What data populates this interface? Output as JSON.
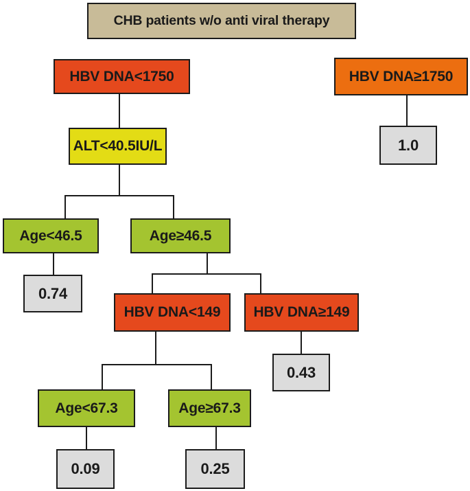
{
  "title": "CHB patients w/o anti viral therapy",
  "colors": {
    "canvas_bg": "#ffffff",
    "title_bg": "#c8bb98",
    "orange_red": "#e5491d",
    "orange": "#ec6e10",
    "yellow": "#e3dc15",
    "green": "#a4c430",
    "leaf_bg": "#dcdcdc",
    "line": "#1b1b1b",
    "text": "#1a1a1a"
  },
  "nodes": {
    "root": {
      "label": "CHB patients w/o anti viral therapy"
    },
    "hbv_dna_lt_1750": {
      "label": "HBV DNA<1750"
    },
    "hbv_dna_ge_1750": {
      "label": "HBV DNA≥1750"
    },
    "leaf_1_0": {
      "value": "1.0"
    },
    "alt_lt_40_5": {
      "label": "ALT<40.5IU/L"
    },
    "age_lt_46_5": {
      "label": "Age<46.5"
    },
    "age_ge_46_5": {
      "label": "Age≥46.5"
    },
    "leaf_0_74": {
      "value": "0.74"
    },
    "hbv_dna_lt_149": {
      "label": "HBV DNA<149"
    },
    "hbv_dna_ge_149": {
      "label": "HBV DNA≥149"
    },
    "leaf_0_43": {
      "value": "0.43"
    },
    "age_lt_67_3": {
      "label": "Age<67.3"
    },
    "age_ge_67_3": {
      "label": "Age≥67.3"
    },
    "leaf_0_09": {
      "value": "0.09"
    },
    "leaf_0_25": {
      "value": "0.25"
    }
  },
  "edges": [
    {
      "from": "HBV DNA<1750",
      "to": "ALT<40.5IU/L"
    },
    {
      "from": "HBV DNA≥1750",
      "to": "1.0"
    },
    {
      "from": "ALT<40.5IU/L",
      "to": "Age<46.5"
    },
    {
      "from": "ALT<40.5IU/L",
      "to": "Age≥46.5"
    },
    {
      "from": "Age<46.5",
      "to": "0.74"
    },
    {
      "from": "Age≥46.5",
      "to": "HBV DNA<149"
    },
    {
      "from": "Age≥46.5",
      "to": "HBV DNA≥149"
    },
    {
      "from": "HBV DNA<149",
      "to": "Age<67.3"
    },
    {
      "from": "HBV DNA<149",
      "to": "Age≥67.3"
    },
    {
      "from": "HBV DNA≥149",
      "to": "0.43"
    },
    {
      "from": "Age<67.3",
      "to": "0.09"
    },
    {
      "from": "Age≥67.3",
      "to": "0.25"
    }
  ]
}
